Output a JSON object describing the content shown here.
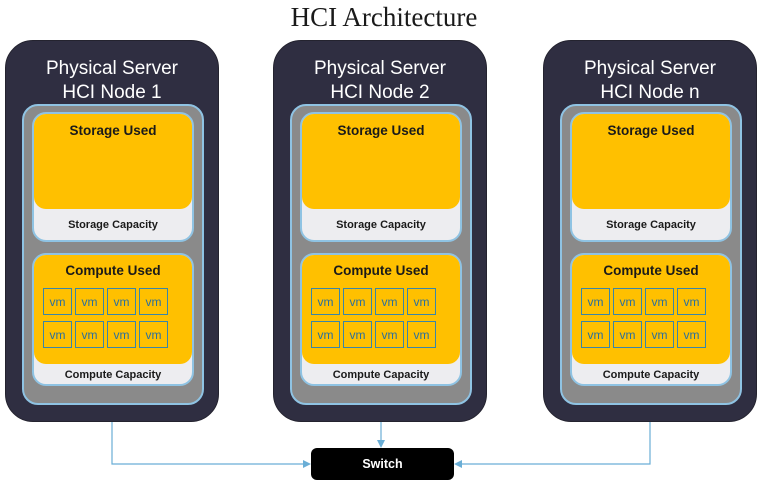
{
  "title": "HCI Architecture",
  "nodes": [
    {
      "label_line1": "Physical Server",
      "label_line2": "HCI Node 1",
      "storage_used": "Storage Used",
      "storage_capacity": "Storage Capacity",
      "compute_used": "Compute Used",
      "compute_capacity": "Compute Capacity",
      "vms": [
        "vm",
        "vm",
        "vm",
        "vm",
        "vm",
        "vm",
        "vm",
        "vm"
      ]
    },
    {
      "label_line1": "Physical Server",
      "label_line2": "HCI Node 2",
      "storage_used": "Storage Used",
      "storage_capacity": "Storage Capacity",
      "compute_used": "Compute Used",
      "compute_capacity": "Compute Capacity",
      "vms": [
        "vm",
        "vm",
        "vm",
        "vm",
        "vm",
        "vm",
        "vm",
        "vm"
      ]
    },
    {
      "label_line1": "Physical Server",
      "label_line2": "HCI Node n",
      "storage_used": "Storage Used",
      "storage_capacity": "Storage Capacity",
      "compute_used": "Compute Used",
      "compute_capacity": "Compute Capacity",
      "vms": [
        "vm",
        "vm",
        "vm",
        "vm",
        "vm",
        "vm",
        "vm",
        "vm"
      ]
    }
  ],
  "switch": {
    "label": "Switch"
  },
  "colors": {
    "server": "#2f2e41",
    "inner": "#8a8a8a",
    "border": "#8fc3e3",
    "used": "#ffc000",
    "capacity": "#ededf0",
    "vm_border": "#3a86a8",
    "connector": "#6aaed6",
    "switch": "#000000"
  }
}
